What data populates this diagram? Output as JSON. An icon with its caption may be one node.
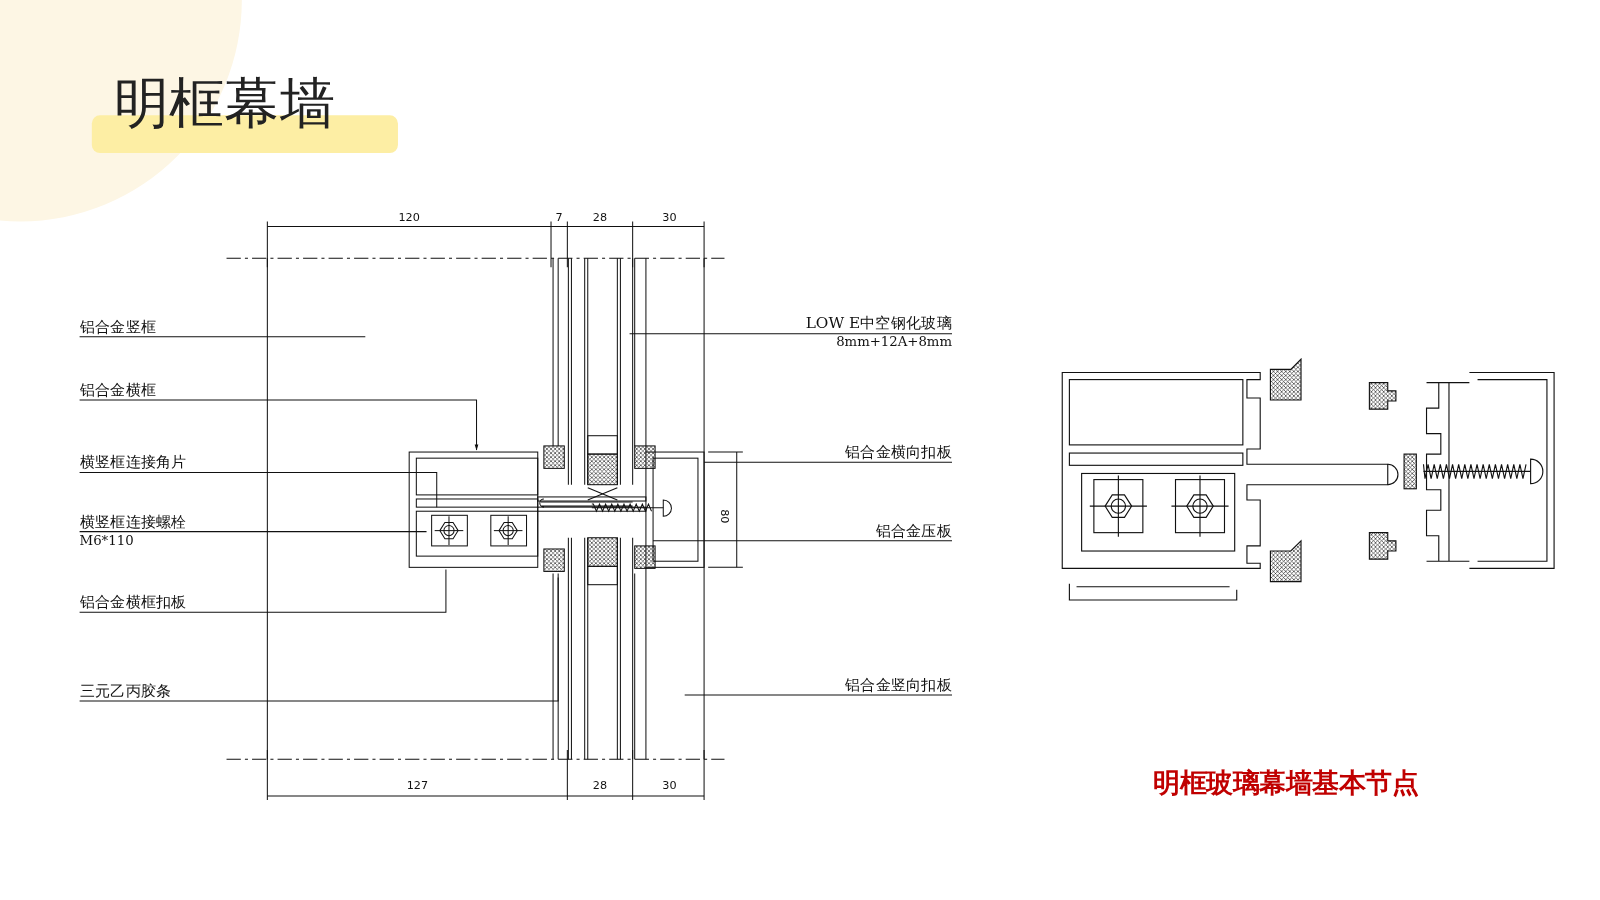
{
  "diagram": {
    "title": "明框幕墙",
    "caption": "明框玻璃幕墙基本节点",
    "nodes": [
      {
        "text": [
          "铝合金竖框"
        ]
      },
      {
        "text": [
          "铝合金横框"
        ]
      },
      {
        "text": [
          "横竖框连接角片"
        ]
      },
      {
        "text": [
          "横竖框连接螺栓",
          "M6*110"
        ]
      },
      {
        "text": [
          "铝合金横框扣板"
        ]
      },
      {
        "text": [
          "三元乙丙胶条"
        ]
      },
      {
        "text": [
          "LOW E中空钢化玻璃",
          "8mm+12A+8mm"
        ]
      },
      {
        "text": [
          "铝合金横向扣板"
        ]
      },
      {
        "text": [
          "铝合金压板"
        ]
      },
      {
        "text": [
          "铝合金竖向扣板"
        ]
      }
    ],
    "edges": [
      {
        "from": 0,
        "to": null,
        "arrow": "none"
      },
      {
        "from": 1,
        "to": null,
        "arrow": "to"
      },
      {
        "from": 2,
        "to": null,
        "arrow": "none"
      },
      {
        "from": 3,
        "to": null,
        "arrow": "none"
      },
      {
        "from": 4,
        "to": null,
        "arrow": "none"
      },
      {
        "from": 5,
        "to": null,
        "arrow": "none"
      },
      {
        "from": 6,
        "to": null,
        "arrow": "none"
      },
      {
        "from": 7,
        "to": null,
        "arrow": "none"
      },
      {
        "from": 8,
        "to": null,
        "arrow": "none"
      },
      {
        "from": 9,
        "to": null,
        "arrow": "none"
      }
    ],
    "labels": [
      "120",
      "7",
      "28",
      "30",
      "80",
      "127",
      "28",
      "30"
    ]
  }
}
